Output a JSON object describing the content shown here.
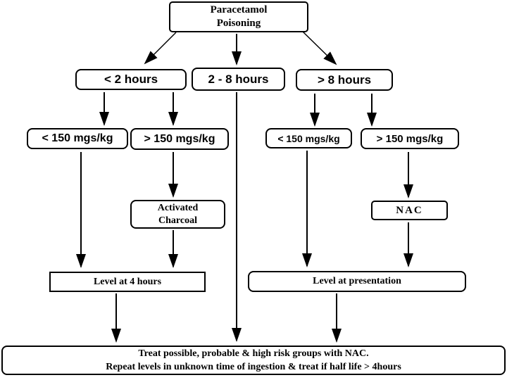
{
  "diagram": {
    "title": "Paracetamol Poisoning management flowchart",
    "colors": {
      "background": "#ffffff",
      "box_fill": "#ffffff",
      "box_border": "#000000",
      "text": "#000000",
      "arrow": "#000000"
    },
    "nodes": {
      "root": {
        "line1": "Paracetamol",
        "line2": "Poisoning"
      },
      "lt2h": {
        "label": "< 2 hours"
      },
      "h2to8": {
        "label": "2 - 8 hours"
      },
      "gt8h": {
        "label": "> 8 hours"
      },
      "left_lt150": {
        "label": "< 150 mgs/kg"
      },
      "left_gt150": {
        "label": "> 150 mgs/kg"
      },
      "right_lt150": {
        "label": "< 150 mgs/kg"
      },
      "right_gt150": {
        "label": "> 150 mgs/kg"
      },
      "charcoal": {
        "line1": "Activated",
        "line2": "Charcoal"
      },
      "nac": {
        "label": "NAC"
      },
      "level4h": {
        "label": "Level at 4 hours"
      },
      "levelpres": {
        "label": "Level at presentation"
      },
      "treat": {
        "line1": "Treat possible, probable & high risk groups with NAC.",
        "line2": "Repeat levels in unknown time of ingestion & treat if half life > 4hours"
      }
    },
    "edges": [
      {
        "from": "root",
        "to": "lt2h"
      },
      {
        "from": "root",
        "to": "h2to8"
      },
      {
        "from": "root",
        "to": "gt8h"
      },
      {
        "from": "lt2h",
        "to": "left_lt150"
      },
      {
        "from": "lt2h",
        "to": "left_gt150"
      },
      {
        "from": "gt8h",
        "to": "right_lt150"
      },
      {
        "from": "gt8h",
        "to": "right_gt150"
      },
      {
        "from": "left_lt150",
        "to": "level4h"
      },
      {
        "from": "left_gt150",
        "to": "charcoal"
      },
      {
        "from": "charcoal",
        "to": "level4h"
      },
      {
        "from": "h2to8",
        "to": "treat"
      },
      {
        "from": "right_lt150",
        "to": "levelpres"
      },
      {
        "from": "right_gt150",
        "to": "nac"
      },
      {
        "from": "nac",
        "to": "levelpres"
      },
      {
        "from": "level4h",
        "to": "treat"
      },
      {
        "from": "levelpres",
        "to": "treat"
      }
    ]
  }
}
